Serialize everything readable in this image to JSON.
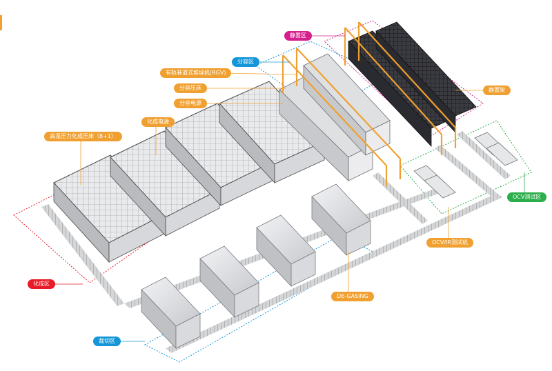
{
  "labels": {
    "static_shelf_zone": "静置区",
    "capacity_zone": "分容区",
    "rgv": "有轨巷道式堆垛机(RGV)",
    "capacity_press": "分容压床",
    "capacity_power": "分容电源",
    "formation_power": "化成电源",
    "high_temp_press": "高温压力化成压床（8+1）",
    "static_rack": "静置架",
    "ocv_test_zone": "OCV测试区",
    "ocv_machine": "OCV/IR测试机",
    "formation_zone": "化成区",
    "degassing": "DE-GASING",
    "cutting_zone": "裁切区"
  },
  "colors": {
    "orange_tag": "#f0a030",
    "blue_tag": "#1496d8",
    "red_tag": "#e81b27",
    "green_tag": "#2cae4c",
    "magenta_tag": "#d61f8c",
    "machine_frame": "#5a5a5a",
    "rack": "#2a2a2e",
    "crane": "#f0a030",
    "conveyor": "#9a9a9a"
  }
}
